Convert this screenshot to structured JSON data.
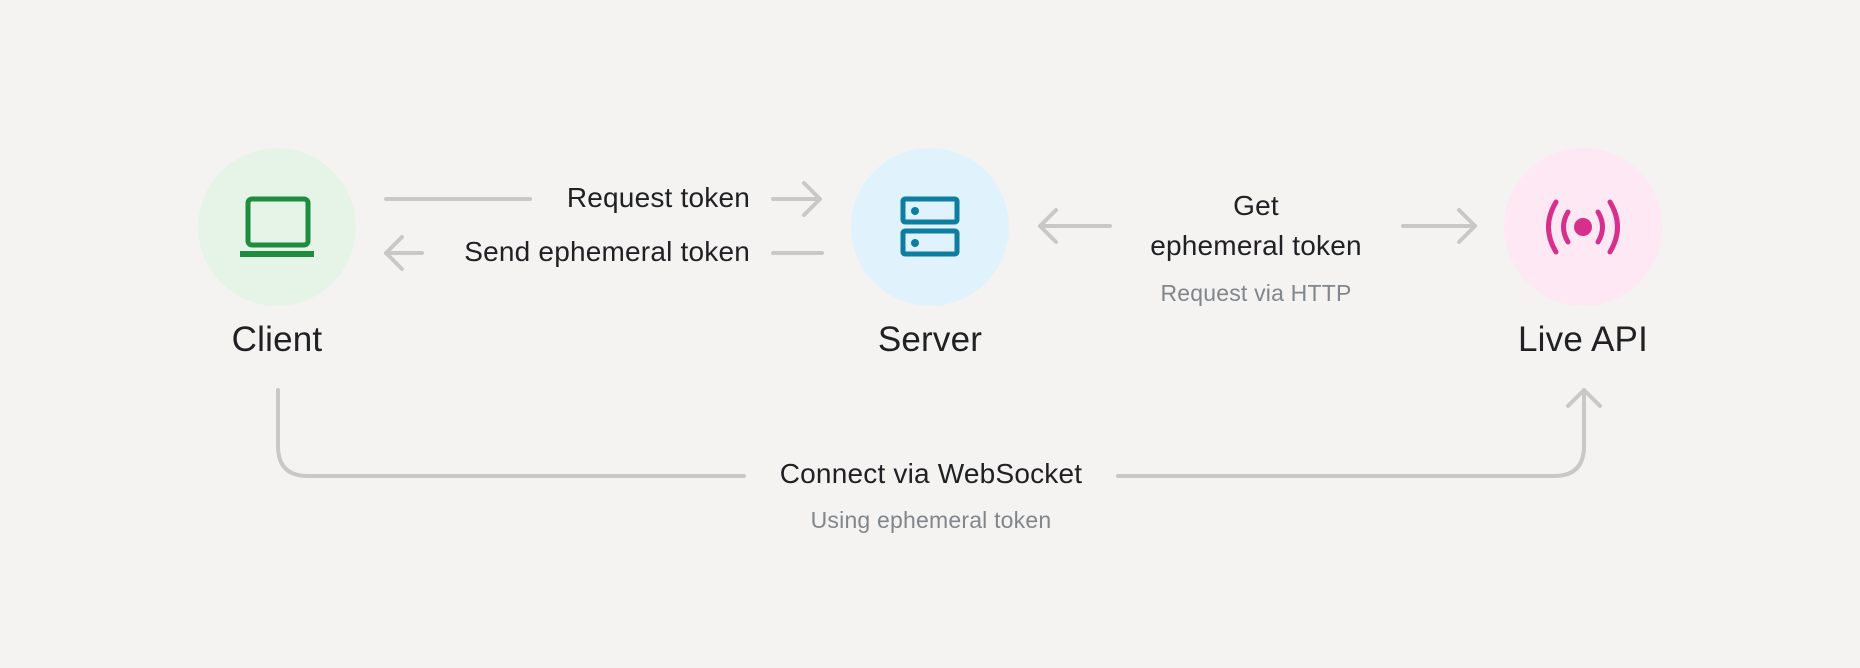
{
  "nodes": {
    "client": {
      "label": "Client",
      "icon": "laptop-icon",
      "circle_color": "#e6f4e8",
      "icon_color": "#1e8e3e"
    },
    "server": {
      "label": "Server",
      "icon": "server-icon",
      "circle_color": "#e0f3fd",
      "icon_color": "#0b7ea1"
    },
    "live_api": {
      "label": "Live API",
      "icon": "broadcast-icon",
      "circle_color": "#fde8f3",
      "icon_color": "#d62f8c"
    }
  },
  "edges": {
    "request_token": {
      "label": "Request token"
    },
    "send_token": {
      "label": "Send ephemeral token"
    },
    "get_token": {
      "label_line1": "Get",
      "label_line2": "ephemeral token",
      "sublabel": "Request via HTTP"
    },
    "websocket": {
      "label": "Connect via WebSocket",
      "sublabel": "Using ephemeral token"
    }
  },
  "colors": {
    "background": "#f4f3f1",
    "connector": "#c8c8c8",
    "text": "#202124",
    "subtext": "#80868b"
  }
}
